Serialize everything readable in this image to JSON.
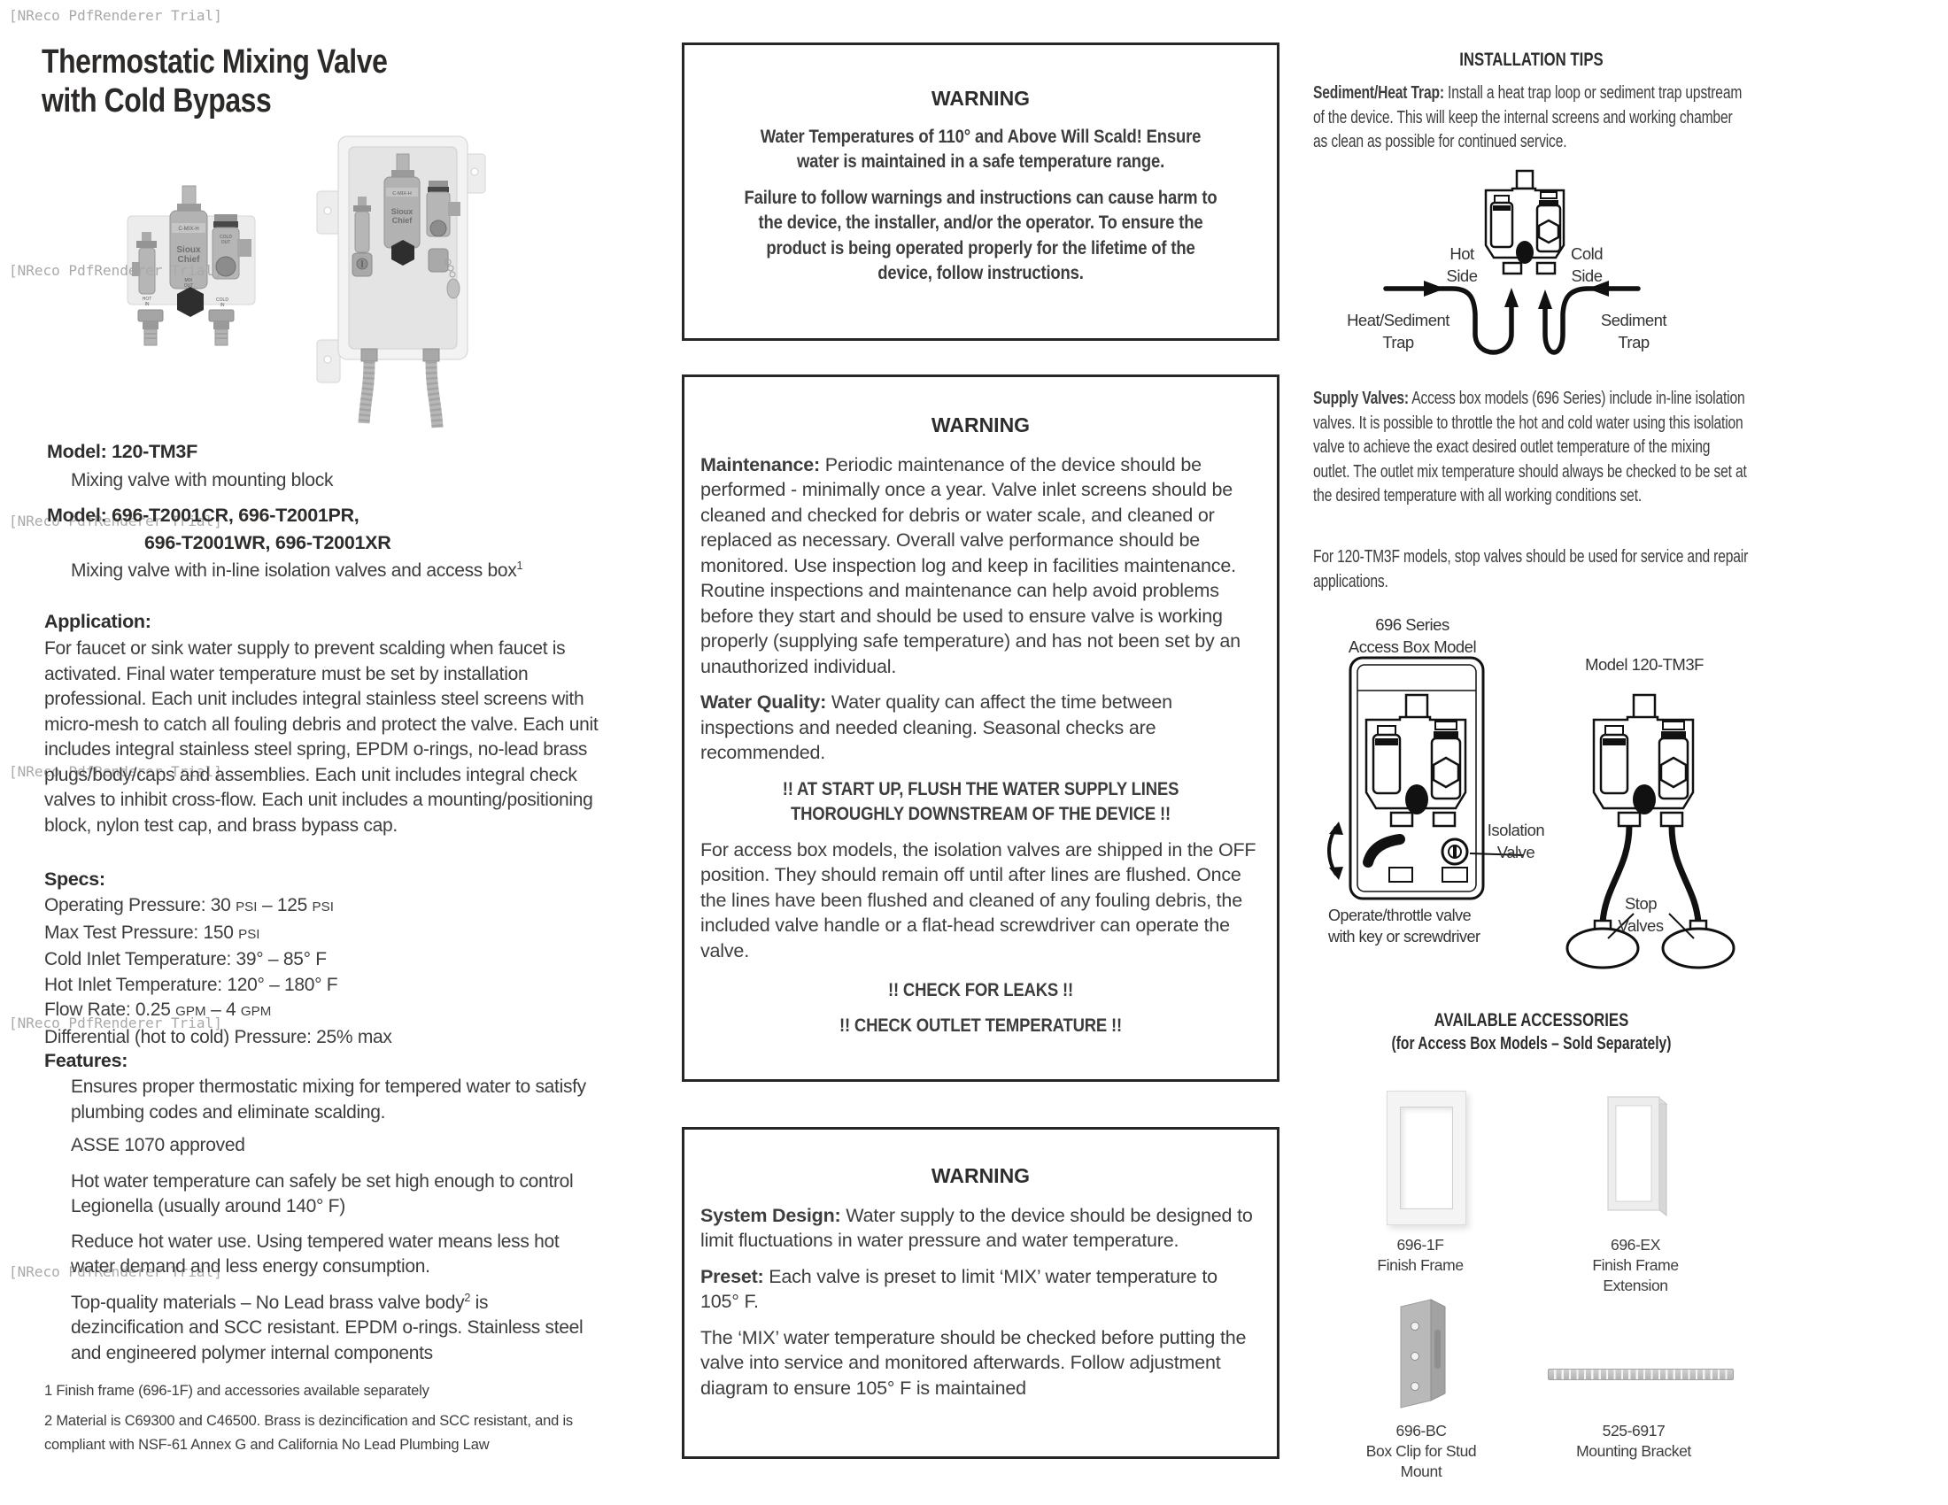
{
  "watermark": {
    "text": "[NReco PdfRenderer Trial]"
  },
  "header": {
    "title_line1": "Thermostatic Mixing Valve",
    "title_line2": "with Cold Bypass"
  },
  "photos": {
    "valve_top_label": "C-MIX-H",
    "brand_line1": "Sioux",
    "brand_line2": "Chief",
    "cold_out1": "COLD",
    "cold_out2": "OUT",
    "mix_out1": "MIX",
    "mix_out2": "OUT",
    "hot_in1": "HOT",
    "hot_in2": "IN",
    "cold_in1": "COLD",
    "cold_in2": "IN"
  },
  "models": {
    "m1_label": "Model: 120-TM3F",
    "m1_sub": "Mixing valve with mounting block",
    "m2_line1": "Model: 696-T2001CR, 696-T2001PR,",
    "m2_line2": "696-T2001WR, 696-T2001XR",
    "m2_sub_pre": "Mixing valve with in-line isolation valves and access box",
    "m2_sub_sup": "1"
  },
  "application": {
    "heading": "Application:",
    "body": "For faucet or sink water supply to prevent scalding when faucet is activated. Final water temperature must be set by installation professional. Each unit includes integral stainless steel screens with micro-mesh to catch all fouling debris and protect the valve. Each unit includes integral stainless steel spring, EPDM o-rings, no-lead brass plugs/body/caps and assemblies. Each unit includes integral check valves to inhibit cross-flow. Each unit includes a mounting/positioning block, nylon test cap, and brass bypass cap."
  },
  "specs": {
    "heading": "Specs:",
    "lines": [
      {
        "pre": "Operating Pressure: 30 ",
        "u1": "PSI",
        "mid": " – 125 ",
        "u2": "PSI",
        "post": ""
      },
      {
        "pre": "Max Test Pressure: 150 ",
        "u1": "PSI",
        "mid": "",
        "u2": "",
        "post": ""
      },
      {
        "pre": "Cold Inlet Temperature: 39° – 85° F",
        "u1": "",
        "mid": "",
        "u2": "",
        "post": ""
      },
      {
        "pre": "Hot Inlet Temperature: 120° – 180° F",
        "u1": "",
        "mid": "",
        "u2": "",
        "post": ""
      },
      {
        "pre": "Flow Rate: 0.25 ",
        "u1": "GPM",
        "mid": " – 4 ",
        "u2": "GPM",
        "post": ""
      },
      {
        "pre": "Differential (hot to cold) Pressure: 25% max",
        "u1": "",
        "mid": "",
        "u2": "",
        "post": ""
      }
    ]
  },
  "features": {
    "heading": "Features:",
    "items": [
      {
        "pre": "Ensures proper thermostatic mixing for tempered water to satisfy plumbing codes and eliminate scalding.",
        "sup": "",
        "post": ""
      },
      {
        "pre": "ASSE 1070 approved",
        "sup": "",
        "post": ""
      },
      {
        "pre": "Hot water temperature can safely be set high enough to control Legionella (usually around 140° F)",
        "sup": "",
        "post": ""
      },
      {
        "pre": "Reduce hot water use. Using tempered water means less hot water demand and less energy consumption.",
        "sup": "",
        "post": ""
      },
      {
        "pre": "Top-quality materials – No Lead brass valve body",
        "sup": "2",
        "post": " is dezincification and SCC resistant. EPDM o-rings. Stainless steel and engineered polymer internal components"
      }
    ]
  },
  "footnotes": {
    "fn1": "1 Finish frame (696-1F) and accessories available separately",
    "fn2": "2 Material is C69300 and C46500. Brass is dezincification and SCC resistant, and is compliant with NSF-61 Annex G and California No Lead Plumbing Law"
  },
  "warnings": [
    {
      "title": "WARNING",
      "para1": "Water Temperatures of 110° and Above Will Scald! Ensure water is maintained in a safe temperature range.",
      "para2": "Failure to follow warnings and instructions can cause harm to the device, the installer, and/or the operator. To ensure the product is being operated properly for the lifetime of the device, follow instructions."
    },
    {
      "title": "WARNING",
      "maintenance_lead": "Maintenance:",
      "maintenance_text": " Periodic maintenance of the device should be performed - minimally once a year. Valve inlet screens should be cleaned and checked for debris or water scale, and cleaned or replaced as necessary. Overall valve performance should be monitored. Use inspection log and keep in facilities maintenance. Routine inspections and maintenance can help avoid problems before they start and should be used to ensure valve is working properly (supplying safe temperature) and has not been set by an unauthorized individual.",
      "water_quality_lead": "Water Quality:",
      "water_quality_text": " Water quality can affect the time between inspections and needed cleaning. Seasonal checks are recommended.",
      "flush_callout": "!! AT START UP, FLUSH THE WATER SUPPLY LINES THOROUGHLY DOWNSTREAM OF THE DEVICE !!",
      "access_box_text": "For access box models, the isolation valves are shipped in the OFF position. They should remain off until after lines are flushed. Once the lines have been flushed and cleaned of any fouling debris, the included valve handle or a flat-head screwdriver can operate the valve.",
      "leaks_callout": "!! CHECK FOR LEAKS !!",
      "outlet_callout": "!! CHECK OUTLET TEMPERATURE !!"
    },
    {
      "title": "WARNING",
      "system_lead": "System Design:",
      "system_text": " Water supply to the device should be designed to limit fluctuations in water pressure and water temperature.",
      "preset_lead": "Preset:",
      "preset_text": " Each valve is preset to limit ‘MIX’ water temperature to 105° F.",
      "mix_text": "The ‘MIX’ water temperature should be checked before putting the valve into service and monitored afterwards. Follow adjustment diagram to ensure 105° F is maintained"
    }
  ],
  "installation": {
    "title": "INSTALLATION TIPS",
    "sediment_lead": "Sediment/Heat Trap:",
    "sediment_text": " Install a heat trap loop or sediment trap upstream of the device. This will keep the internal screens and working chamber as clean as possible for continued service.",
    "trap_diagram": {
      "hot_side": "Hot Side",
      "cold_side": "Cold Side",
      "left_trap": "Heat/Sediment Trap",
      "right_trap": "Sediment Trap"
    },
    "supply_lead": "Supply Valves:",
    "supply_text": " Access box models (696 Series) include in-line isolation valves. It is possible to throttle the hot and cold water using this isolation valve to achieve the exact desired outlet temperature of the mixing outlet. The outlet mix temperature should always be checked to be set at the desired temperature with all working conditions set.",
    "tm3f_text": "For 120-TM3F models, stop valves should be used for service and repair applications.",
    "valves_diagram": {
      "left_caption_line1": "696 Series",
      "left_caption_line2": "Access Box Model",
      "right_caption": "Model 120-TM3F",
      "isolation_label": "Isolation Valve",
      "operate_label": "Operate/throttle valve with key or screwdriver",
      "stop_label": "Stop Valves"
    }
  },
  "accessories": {
    "title": "AVAILABLE ACCESSORIES",
    "subtitle": "(for Access Box Models – Sold Separately)",
    "items": [
      {
        "code": "696-1F",
        "name": "Finish Frame"
      },
      {
        "code": "696-EX",
        "name": "Finish Frame Extension"
      },
      {
        "code": "696-BC",
        "name": "Box Clip for Stud Mount"
      },
      {
        "code": "525-6917",
        "name": "Mounting Bracket"
      }
    ]
  },
  "colors": {
    "text": "#3d3d3d",
    "heading": "#2f2d2b",
    "watermark": "#a9a9a9",
    "line_art": "#111111"
  }
}
